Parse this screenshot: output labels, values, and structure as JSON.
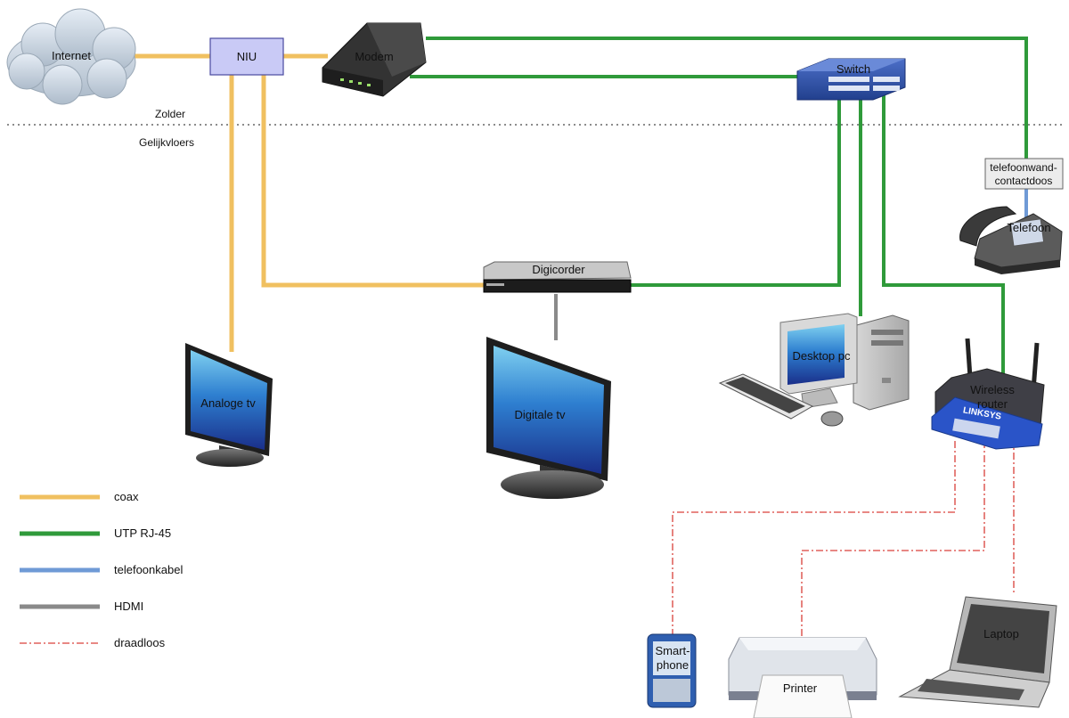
{
  "floors": {
    "top": "Zolder",
    "ground": "Gelijkvloers"
  },
  "devices": {
    "internet": "Internet",
    "niu": "NIU",
    "modem": "Modem",
    "switch": "Switch",
    "wall_socket_line1": "telefoonwand-",
    "wall_socket_line2": "contactdoos",
    "phone": "Telefoon",
    "digicorder": "Digicorder",
    "analog_tv": "Analoge tv",
    "digital_tv": "Digitale tv",
    "desktop": "Desktop pc",
    "router_line1": "Wireless",
    "router_line2": "router",
    "router_brand": "LINKSYS",
    "smartphone_line1": "Smart-",
    "smartphone_line2": "phone",
    "printer": "Printer",
    "laptop": "Laptop"
  },
  "legend": [
    {
      "label": "coax",
      "color": "#f0c060",
      "style": "solid"
    },
    {
      "label": "UTP RJ-45",
      "color": "#2f9a3a",
      "style": "solid"
    },
    {
      "label": "telefoonkabel",
      "color": "#6f9ad6",
      "style": "solid"
    },
    {
      "label": "HDMI",
      "color": "#8a8a8a",
      "style": "solid"
    },
    {
      "label": "draadloos",
      "color": "#d9403a",
      "style": "dashdot"
    }
  ]
}
